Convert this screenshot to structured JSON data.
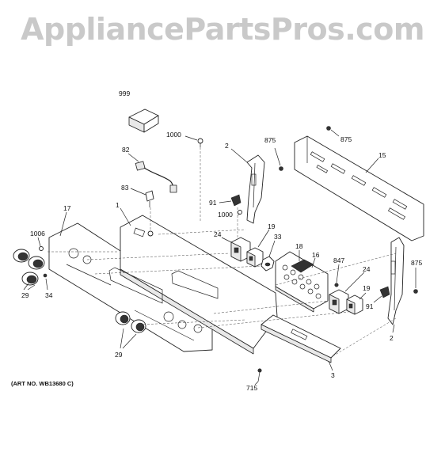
{
  "watermark": "AppliancePartsPros.com",
  "art_no": "(ART NO. WB13680 C)",
  "callouts": {
    "c999": "999",
    "c1000a": "1000",
    "c82": "82",
    "c83": "83",
    "c1": "1",
    "c17": "17",
    "c1006": "1006",
    "c29a": "29",
    "c34": "34",
    "c29b": "29",
    "c2a": "2",
    "c875a": "875",
    "c91a": "91",
    "c1000b": "1000",
    "c24a": "24",
    "c19a": "19",
    "c33": "33",
    "c875b": "875",
    "c15": "15",
    "c18": "18",
    "c16": "16",
    "c847": "847",
    "c24b": "24",
    "c19b": "19",
    "c91b": "91",
    "c875c": "875",
    "c2b": "2",
    "c3": "3",
    "c715": "715"
  }
}
